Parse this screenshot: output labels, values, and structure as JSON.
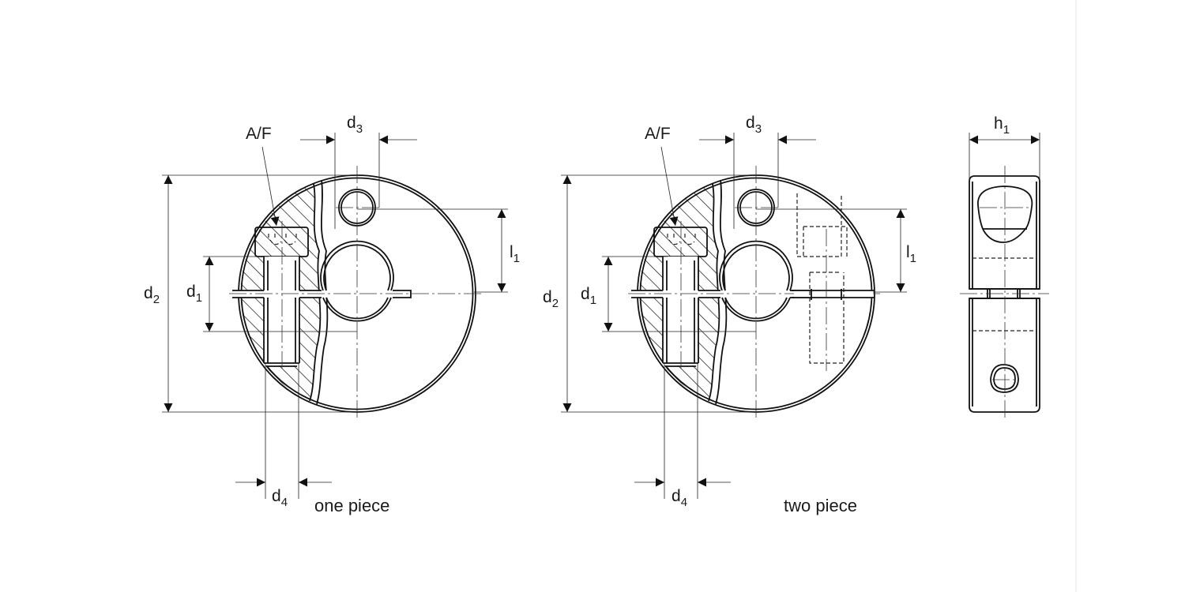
{
  "title": "Shaft collar drawing",
  "colors": {
    "line": "#111111",
    "background": "#ffffff",
    "divider": "#e6e6e6"
  },
  "views": {
    "one_piece": {
      "caption": "one piece",
      "af": "A/F",
      "d3": {
        "main": "d",
        "sub": "3"
      },
      "d2": {
        "main": "d",
        "sub": "2"
      },
      "d1": {
        "main": "d",
        "sub": "1"
      },
      "l1": {
        "main": "l",
        "sub": "1"
      },
      "d4": {
        "main": "d",
        "sub": "4"
      }
    },
    "two_piece": {
      "caption": "two piece",
      "af": "A/F",
      "d3": {
        "main": "d",
        "sub": "3"
      },
      "d2": {
        "main": "d",
        "sub": "2"
      },
      "d1": {
        "main": "d",
        "sub": "1"
      },
      "l1": {
        "main": "l",
        "sub": "1"
      },
      "d4": {
        "main": "d",
        "sub": "4"
      }
    },
    "side": {
      "h1": {
        "main": "h",
        "sub": "1"
      }
    }
  }
}
